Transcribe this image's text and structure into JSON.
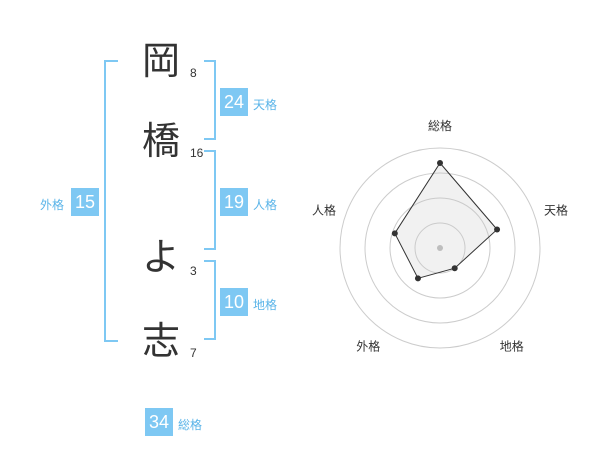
{
  "name": {
    "chars": [
      {
        "char": "岡",
        "strokes": "8"
      },
      {
        "char": "橋",
        "strokes": "16"
      },
      {
        "char": "よ",
        "strokes": "3"
      },
      {
        "char": "志",
        "strokes": "7"
      }
    ]
  },
  "fortune": {
    "tenkaku": {
      "value": "24",
      "label": "天格"
    },
    "jinkaku": {
      "value": "19",
      "label": "人格"
    },
    "chikaku": {
      "value": "10",
      "label": "地格"
    },
    "gaikaku": {
      "value": "15",
      "label": "外格"
    },
    "soukaku": {
      "value": "34",
      "label": "総格"
    }
  },
  "colors": {
    "accent": "#7ec8f3",
    "accent_text": "#5ab4e8"
  },
  "chart_data": {
    "type": "radar",
    "axes": [
      "総格",
      "天格",
      "地格",
      "外格",
      "人格"
    ],
    "values": [
      34,
      24,
      10,
      15,
      19
    ],
    "rings": 4
  }
}
